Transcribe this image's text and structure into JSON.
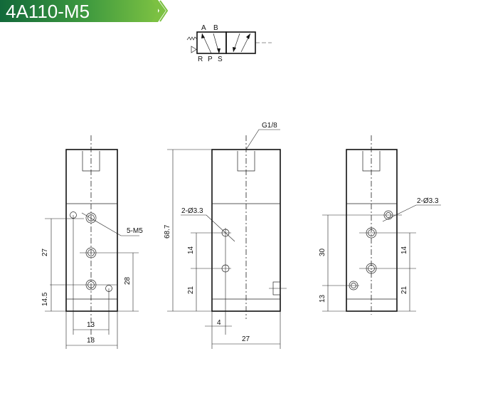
{
  "header": {
    "title": "4A110-M5",
    "accent": "#3f9a3f"
  },
  "symbol": {
    "ports_top": [
      "A",
      "B"
    ],
    "ports_bottom": [
      "R",
      "P",
      "S"
    ]
  },
  "left_view": {
    "thread_label": "5-M5",
    "dims": {
      "d27": "27",
      "d14_5": "14.5",
      "d28": "28",
      "d13": "13",
      "d18": "18"
    }
  },
  "middle_view": {
    "port_label": "G1/8",
    "hole_label": "2-Ø3.3",
    "dims": {
      "height": "68.7",
      "d14": "14",
      "d21": "21",
      "d4": "4",
      "width": "27"
    }
  },
  "right_view": {
    "hole_label": "2-Ø3.3",
    "dims": {
      "d30": "30",
      "d13": "13",
      "d14": "14",
      "d21": "21"
    }
  }
}
